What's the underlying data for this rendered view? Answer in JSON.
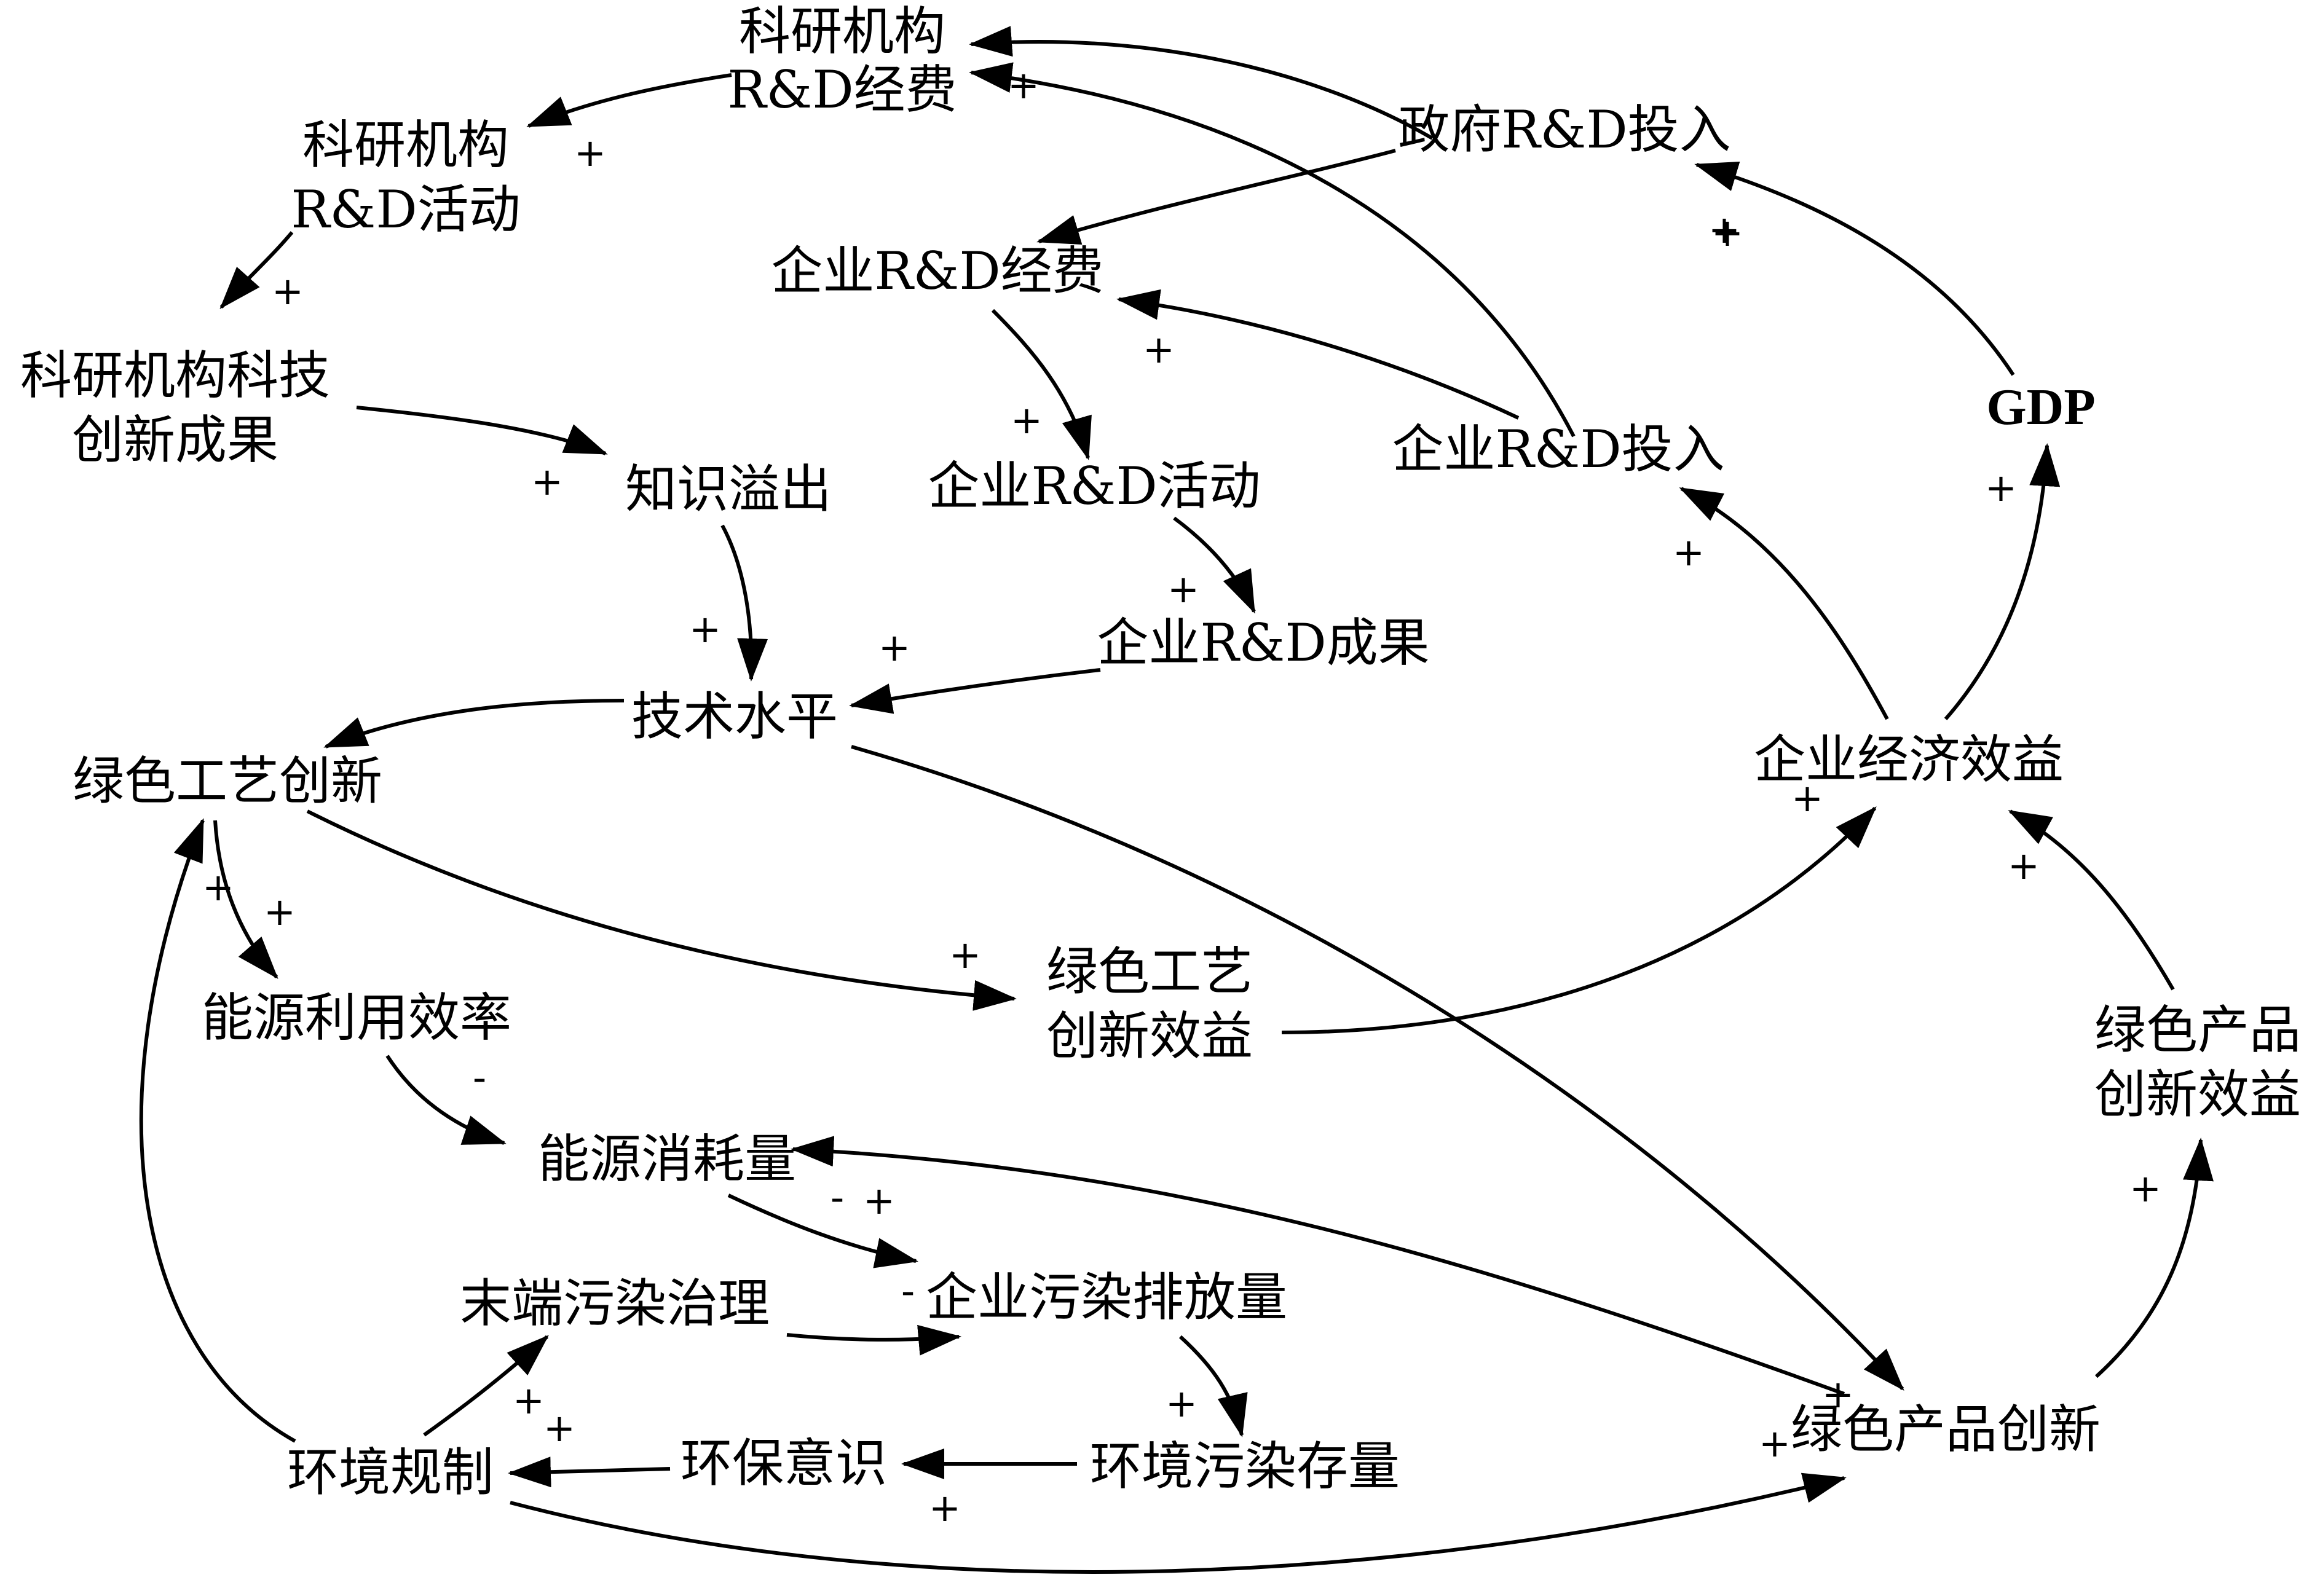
{
  "nodes": {
    "inst_rd_funding": [
      "科研机构",
      "R&D经费"
    ],
    "inst_rd_activity": [
      "科研机构",
      "R&D活动"
    ],
    "inst_outcome": [
      "科研机构科技",
      "创新成果"
    ],
    "knowledge_spillover": "知识溢出",
    "tech_level": "技术水平",
    "green_process": "绿色工艺创新",
    "energy_efficiency": "能源利用效率",
    "energy_consumption": "能源消耗量",
    "end_treatment": "末端污染治理",
    "env_regulation": "环境规制",
    "env_awareness": "环保意识",
    "pollution_stock": "环境污染存量",
    "enterprise_emission": "企业污染排放量",
    "gov_rd": "政府R&D投入",
    "ent_rd_funding": "企业R&D经费",
    "ent_rd_activity": "企业R&D活动",
    "ent_rd_result": "企业R&D成果",
    "ent_rd_input": "企业R&D投入",
    "gdp": "GDP",
    "ent_benefit": "企业经济效益",
    "green_process_benefit": [
      "绿色工艺",
      "创新效益"
    ],
    "green_product_benefit": [
      "绿色产品",
      "创新效益"
    ],
    "green_product": "绿色产品创新"
  },
  "signs": [
    "+",
    "+",
    "+",
    "+",
    "+",
    "+",
    "+",
    "+",
    "+",
    "+",
    "+",
    "+",
    "+",
    "+",
    "+",
    "+",
    "+",
    "+",
    "-",
    "-",
    "+",
    "-",
    "+",
    "+",
    "+",
    "+",
    "+",
    "+",
    "+",
    "+",
    "+"
  ]
}
